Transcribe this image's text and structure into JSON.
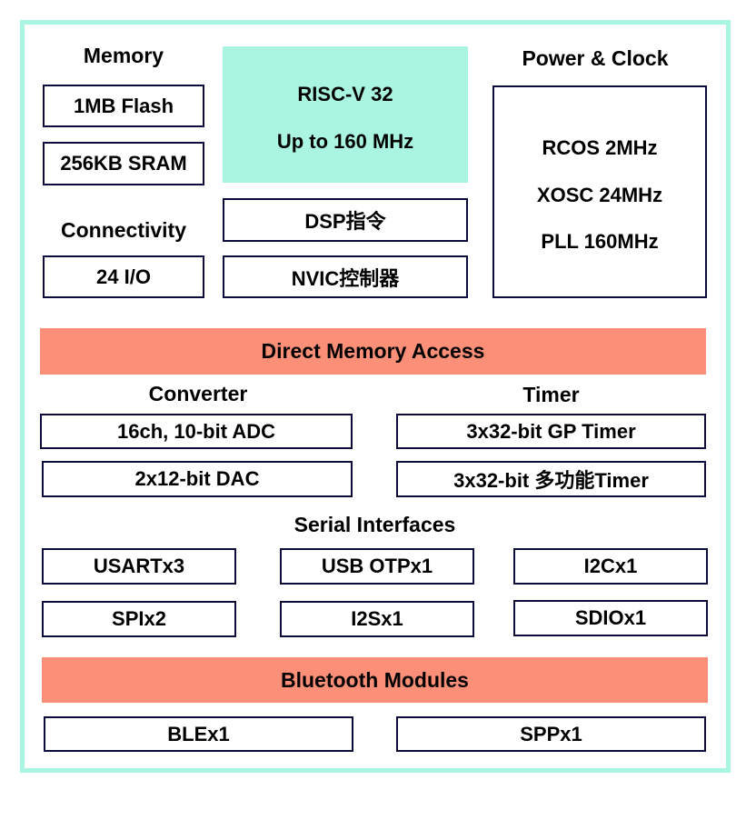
{
  "memory": {
    "title": "Memory",
    "flash": "1MB Flash",
    "sram": "256KB SRAM"
  },
  "connectivity": {
    "title": "Connectivity",
    "io": "24 I/O"
  },
  "cpu": {
    "line1": "RISC-V 32",
    "line2": "Up to 160 MHz",
    "dsp": "DSP指令",
    "nvic": "NVIC控制器"
  },
  "power": {
    "title": "Power & Clock",
    "rcos": "RCOS 2MHz",
    "xosc": "XOSC 24MHz",
    "pll": "PLL 160MHz"
  },
  "dma": {
    "label": "Direct Memory Access"
  },
  "converter": {
    "title": "Converter",
    "adc": "16ch, 10-bit ADC",
    "dac": "2x12-bit DAC"
  },
  "timer": {
    "title": "Timer",
    "gp": "3x32-bit GP Timer",
    "multi": "3x32-bit 多功能Timer"
  },
  "serial": {
    "title": "Serial Interfaces",
    "usart": "USARTx3",
    "usb": "USB OTPx1",
    "i2c": "I2Cx1",
    "spi": "SPIx2",
    "i2s": "I2Sx1",
    "sdio": "SDIOx1"
  },
  "bluetooth": {
    "label": "Bluetooth Modules",
    "ble": "BLEx1",
    "spp": "SPPx1"
  },
  "colors": {
    "frame": "#a8f5e1",
    "cpu": "#a9f5e1",
    "band": "#fc8f78",
    "border": "#0c0c3c"
  }
}
